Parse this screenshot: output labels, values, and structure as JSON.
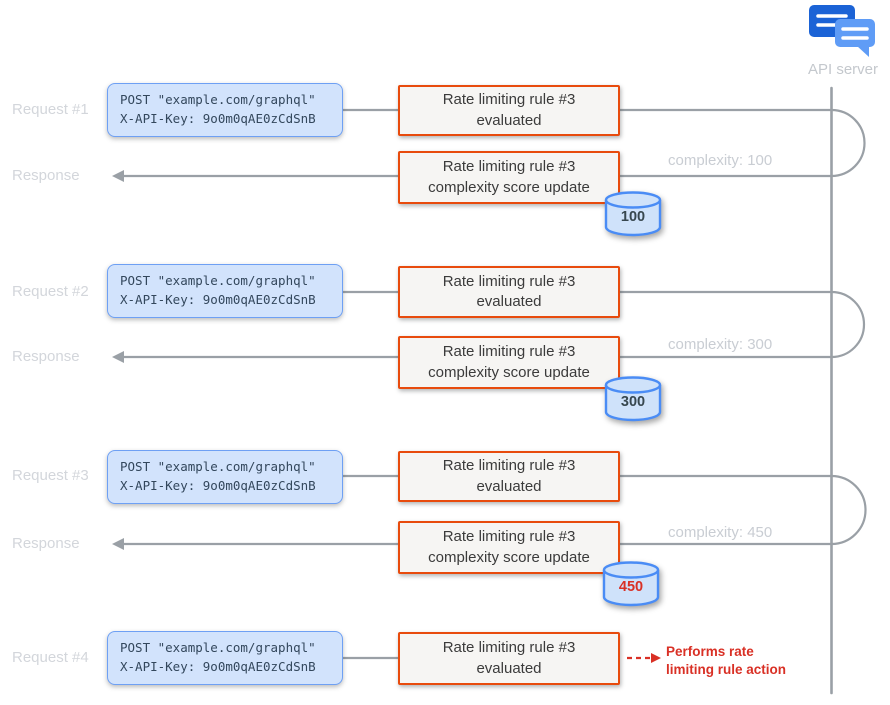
{
  "header": {
    "server_label": "API server",
    "server_icon": "chat-messages-icon"
  },
  "request_box": {
    "line1": "POST \"example.com/graphql\"",
    "line2": "X-API-Key: 9o0m0qAE0zCdSnB"
  },
  "rule_box": {
    "title": "Rate limiting rule #3",
    "evaluated": "evaluated",
    "score_update": "complexity score update"
  },
  "lanes": {
    "labels": [
      "Request #1",
      "Response",
      "Request #2",
      "Response",
      "Request #3",
      "Response",
      "Request #4"
    ]
  },
  "annotations": [
    "complexity: 100",
    "complexity: 300",
    "complexity: 450"
  ],
  "counters": [
    {
      "value": "100",
      "alert": false
    },
    {
      "value": "300",
      "alert": false
    },
    {
      "value": "450",
      "alert": true
    }
  ],
  "action_note": {
    "line1": "Performs rate",
    "line2": "limiting rule action"
  },
  "colors": {
    "accent_orange": "#e84b0d",
    "accent_blue": "#4285f4",
    "box_blue_fill": "#d2e3fc",
    "alert_red": "#d93025",
    "line_gray": "#9aa0a6"
  }
}
